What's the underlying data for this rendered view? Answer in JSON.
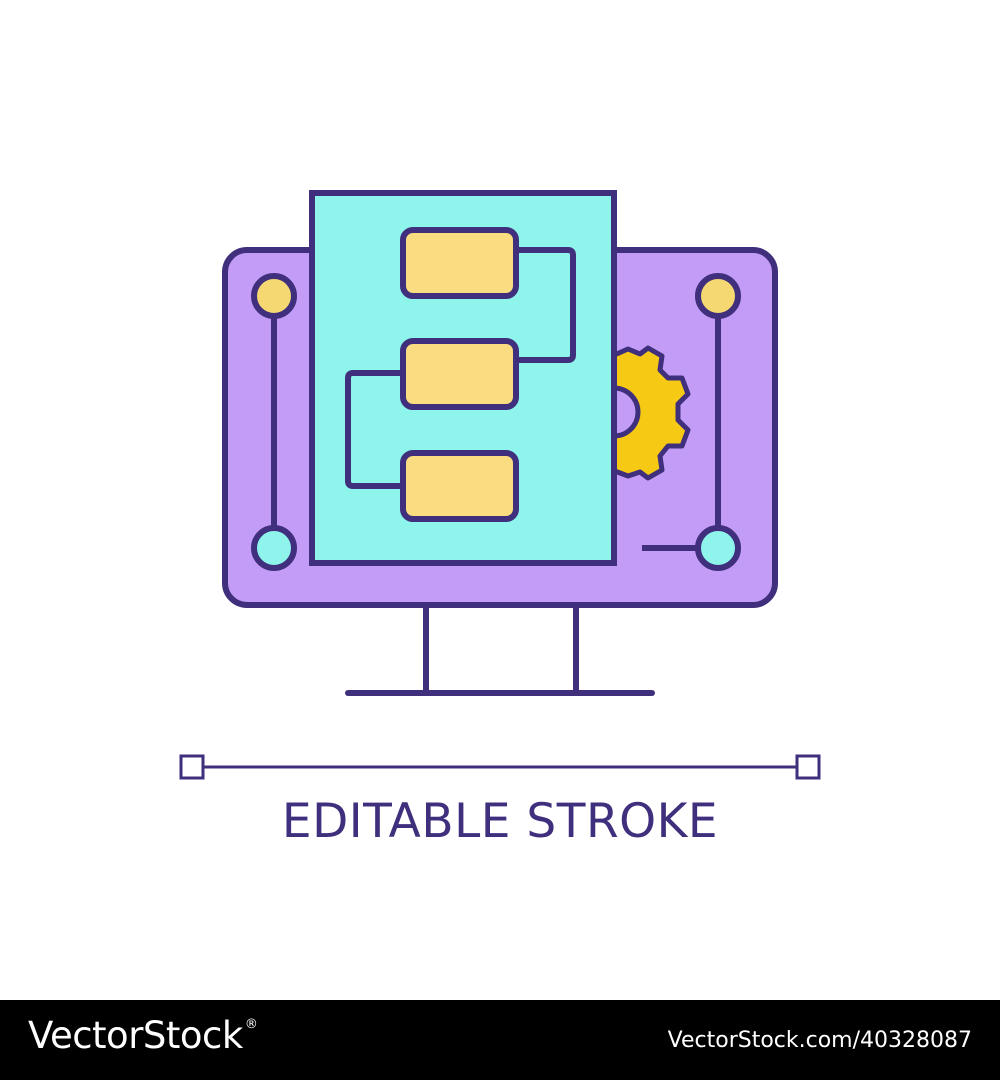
{
  "caption": "EDITABLE STROKE",
  "footer": {
    "brand": "VectorStock",
    "trademark": "®",
    "url": "VectorStock.com/40328087"
  },
  "colors": {
    "stroke": "#3f2f7c",
    "monitor_fill": "#c39cf7",
    "document_fill": "#8ef4ec",
    "block_fill": "#f9dd80",
    "gear_fill": "#f5c914",
    "knob_top_fill": "#f5d872",
    "knob_bottom_fill": "#8ef4ec"
  },
  "icons": [
    "monitor-icon",
    "flowchart-document-icon",
    "gear-icon",
    "slider-knob-icon",
    "editable-stroke-line-icon"
  ]
}
